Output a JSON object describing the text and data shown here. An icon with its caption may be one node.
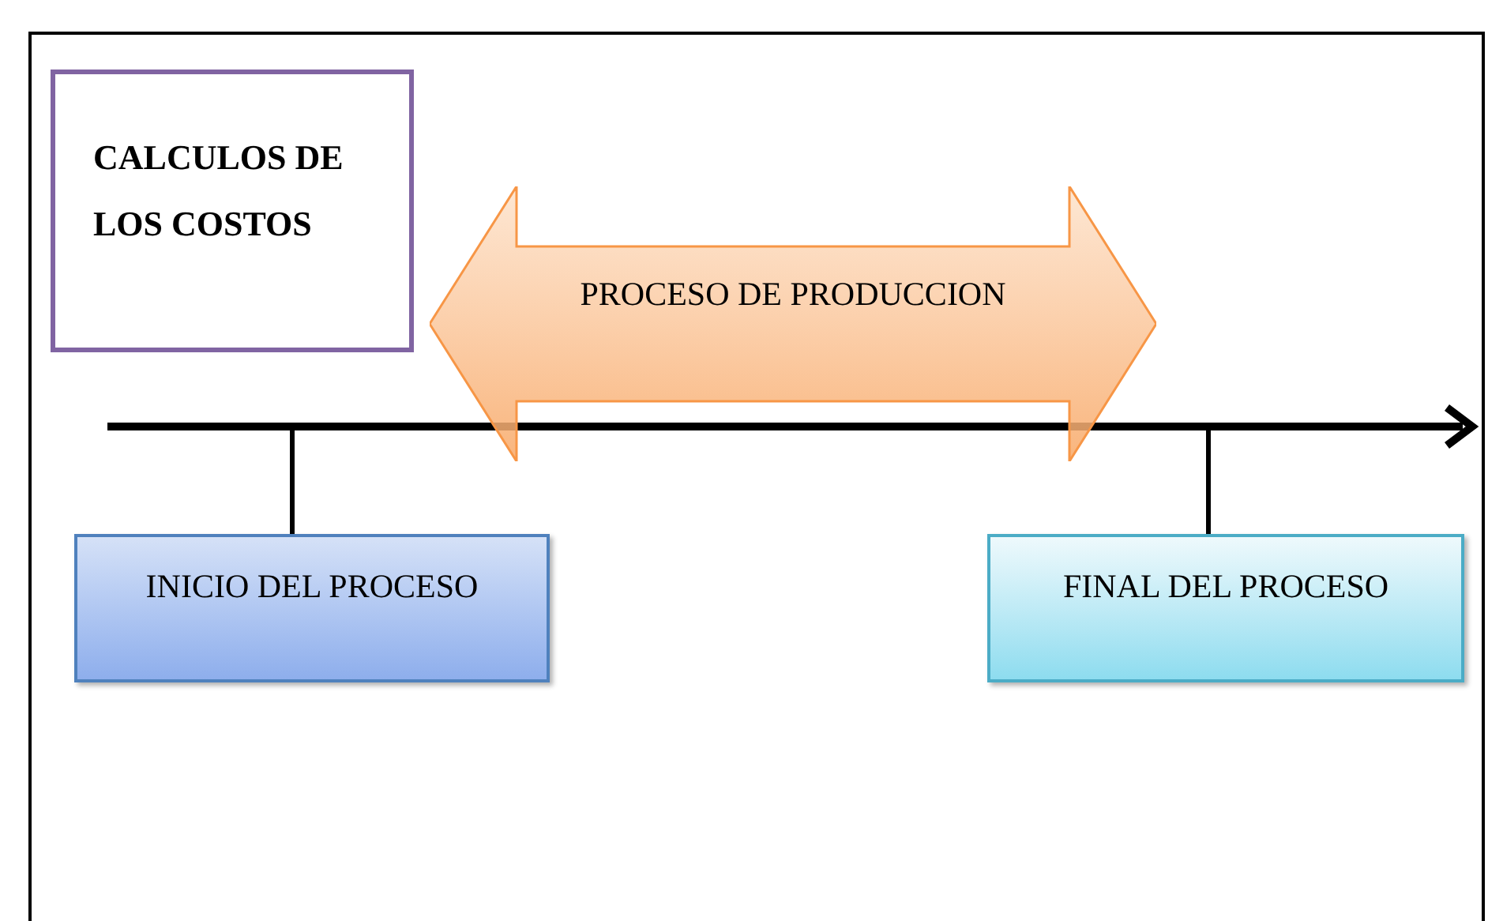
{
  "diagram": {
    "nodes": [
      {
        "text": [
          "CALCULOS DE LOS COSTOS"
        ]
      },
      {
        "text": [
          "PROCESO DE PRODUCCION"
        ]
      },
      {
        "text": [
          "INICIO DEL PROCESO"
        ]
      },
      {
        "text": [
          "FINAL DEL PROCESO"
        ]
      }
    ],
    "edges": [
      {
        "from": null,
        "to": 2,
        "arrow": "none"
      },
      {
        "from": null,
        "to": 3,
        "arrow": "none"
      }
    ]
  }
}
